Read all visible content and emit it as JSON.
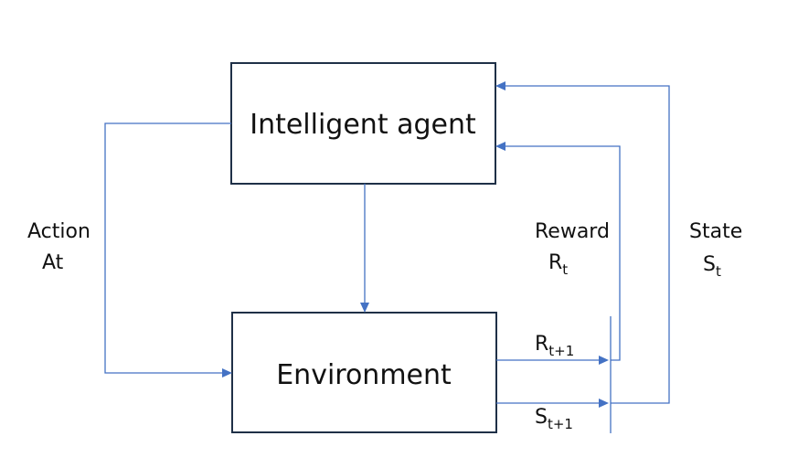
{
  "nodes": {
    "agent": {
      "label": "Intelligent agent"
    },
    "environment": {
      "label": "Environment"
    }
  },
  "labels": {
    "action_line1": "Action",
    "action_line2": "At",
    "reward": "Reward",
    "reward_symbol": "R",
    "reward_sub": "t",
    "state": "State",
    "state_symbol": "S",
    "state_sub": "t",
    "r_next_symbol": "R",
    "r_next_sub": "t+1",
    "s_next_symbol": "S",
    "s_next_sub": "t+1"
  },
  "colors": {
    "connector": "#4472c4",
    "box_border": "#1f3047"
  }
}
